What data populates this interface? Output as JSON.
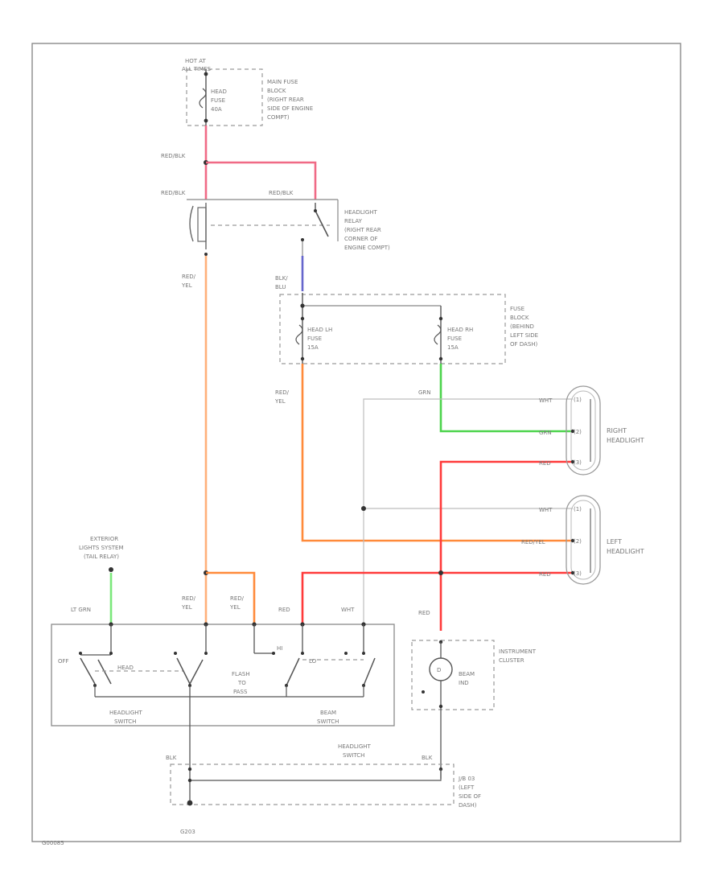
{
  "labels": {
    "hot_at": "HOT AT",
    "all_times": "ALL TIMES",
    "main_fuse": [
      "MAIN FUSE",
      "BLOCK",
      "(RIGHT REAR",
      "SIDE OF ENGINE",
      "COMPT)"
    ],
    "head_fuse": [
      "HEAD",
      "FUSE",
      "40A"
    ],
    "red_blk_1": "RED/BLK",
    "red_blk_2": "RED/BLK",
    "red_blk_3": "RED/BLK",
    "headlight_relay": [
      "HEADLIGHT",
      "RELAY",
      "(RIGHT REAR",
      "CORNER OF",
      "ENGINE COMPT)"
    ],
    "blk_blu": [
      "BLK/",
      "BLU"
    ],
    "red_yel_1": [
      "RED/",
      "YEL"
    ],
    "fuse_block": [
      "FUSE",
      "BLOCK",
      "(BEHIND",
      "LEFT SIDE",
      "OF DASH)"
    ],
    "head_lh_fuse": [
      "HEAD LH",
      "FUSE",
      "15A"
    ],
    "head_rh_fuse": [
      "HEAD RH",
      "FUSE",
      "15A"
    ],
    "red_yel_2": [
      "RED/",
      "YEL"
    ],
    "grn": "GRN",
    "wht_right": "WHT",
    "grn_right": "GRN",
    "red_right": "RED",
    "right_headlight": [
      "RIGHT",
      "HEADLIGHT"
    ],
    "right_pins": [
      "(1)",
      "(2)",
      "(3)"
    ],
    "wht_left": "WHT",
    "red_yel_left": "RED/YEL",
    "red_left": "RED",
    "left_headlight": [
      "LEFT",
      "HEADLIGHT"
    ],
    "left_pins": [
      "(1)",
      "(2)",
      "(3)"
    ],
    "exterior_lights": [
      "EXTERIOR",
      "LIGHTS SYSTEM",
      "(TAIL RELAY)"
    ],
    "lt_grn": "LT GRN",
    "red_yel_sw1": [
      "RED/",
      "YEL"
    ],
    "red_yel_sw2": [
      "RED/",
      "YEL"
    ],
    "red_sw": "RED",
    "wht_sw": "WHT",
    "red_cluster": "RED",
    "off": "OFF",
    "head": "HEAD",
    "flash_to_pass": [
      "FLASH",
      "TO",
      "PASS"
    ],
    "lo": "LO",
    "hi": "HI",
    "headlight_switch": [
      "HEADLIGHT",
      "SWITCH"
    ],
    "beam_switch": [
      "BEAM",
      "SWITCH"
    ],
    "instrument_cluster": [
      "INSTRUMENT",
      "CLUSTER"
    ],
    "beam_ind": [
      "BEAM",
      "IND"
    ],
    "headlight_switch_2": [
      "HEADLIGHT",
      "SWITCH"
    ],
    "blk_1": "BLK",
    "blk_2": "BLK",
    "j_b": [
      "J/B 03",
      "(LEFT",
      "SIDE OF",
      "DASH)"
    ],
    "ground": "G203",
    "figure_id": "G00085"
  },
  "colors": {
    "red_blk": "#f06a86",
    "red_yel": "#ffb07a",
    "orange": "#ff8a3a",
    "red": "#ff3a3a",
    "green": "#4cd44c",
    "lt_green": "#7be87b",
    "blue": "#6666cc",
    "white_wire": "#c8c8c8"
  }
}
